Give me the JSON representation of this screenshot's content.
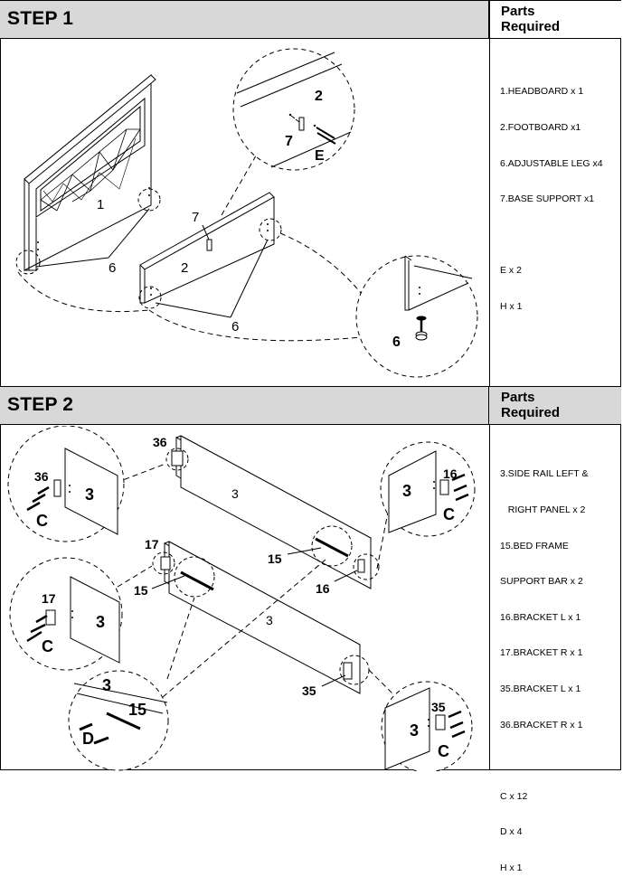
{
  "step1": {
    "title": "STEP 1",
    "parts_heading": [
      "Parts",
      "Required"
    ],
    "parts": [
      "1.HEADBOARD x 1",
      "2.FOOTBOARD x1",
      "6.ADJUSTABLE LEG x4",
      "7.BASE SUPPORT x1"
    ],
    "hardware": [
      "E x 2",
      "H x 1"
    ],
    "callouts": {
      "headboard": "1",
      "footboard": "2",
      "base_support": "7",
      "leg_a": "6",
      "leg_b": "6",
      "detail_footboard": "2",
      "detail_support": "7",
      "detail_screw": "E",
      "detail_leg": "6"
    }
  },
  "step2": {
    "title": "STEP 2",
    "parts_heading": [
      "Parts",
      "Required"
    ],
    "parts": [
      "3.SIDE RAIL LEFT &",
      "   RIGHT PANEL x 2",
      "15.BED FRAME",
      "SUPPORT BAR x 2",
      "16.BRACKET L x 1",
      "17.BRACKET R x 1",
      "35.BRACKET L x 1",
      "36.BRACKET R x 1"
    ],
    "hardware": [
      "C x 12",
      "D x 4",
      "H x 1"
    ],
    "callouts": {
      "rail_top_label": "3",
      "rail_bottom_label": "3",
      "bracket36_main": "36",
      "bracket17_main": "17",
      "bar15_top": "15",
      "bar15_bottom": "15",
      "bracket16_main": "16",
      "bracket35_main": "35",
      "d1_bracket": "36",
      "d1_rail": "3",
      "d1_screw": "C",
      "d2_bracket": "17",
      "d2_rail": "3",
      "d2_screw": "C",
      "d3_rail": "3",
      "d3_bar": "15",
      "d3_screw": "D",
      "d4_bracket": "16",
      "d4_rail": "3",
      "d4_screw": "C",
      "d5_bracket": "35",
      "d5_rail": "3",
      "d5_screw": "C"
    }
  }
}
